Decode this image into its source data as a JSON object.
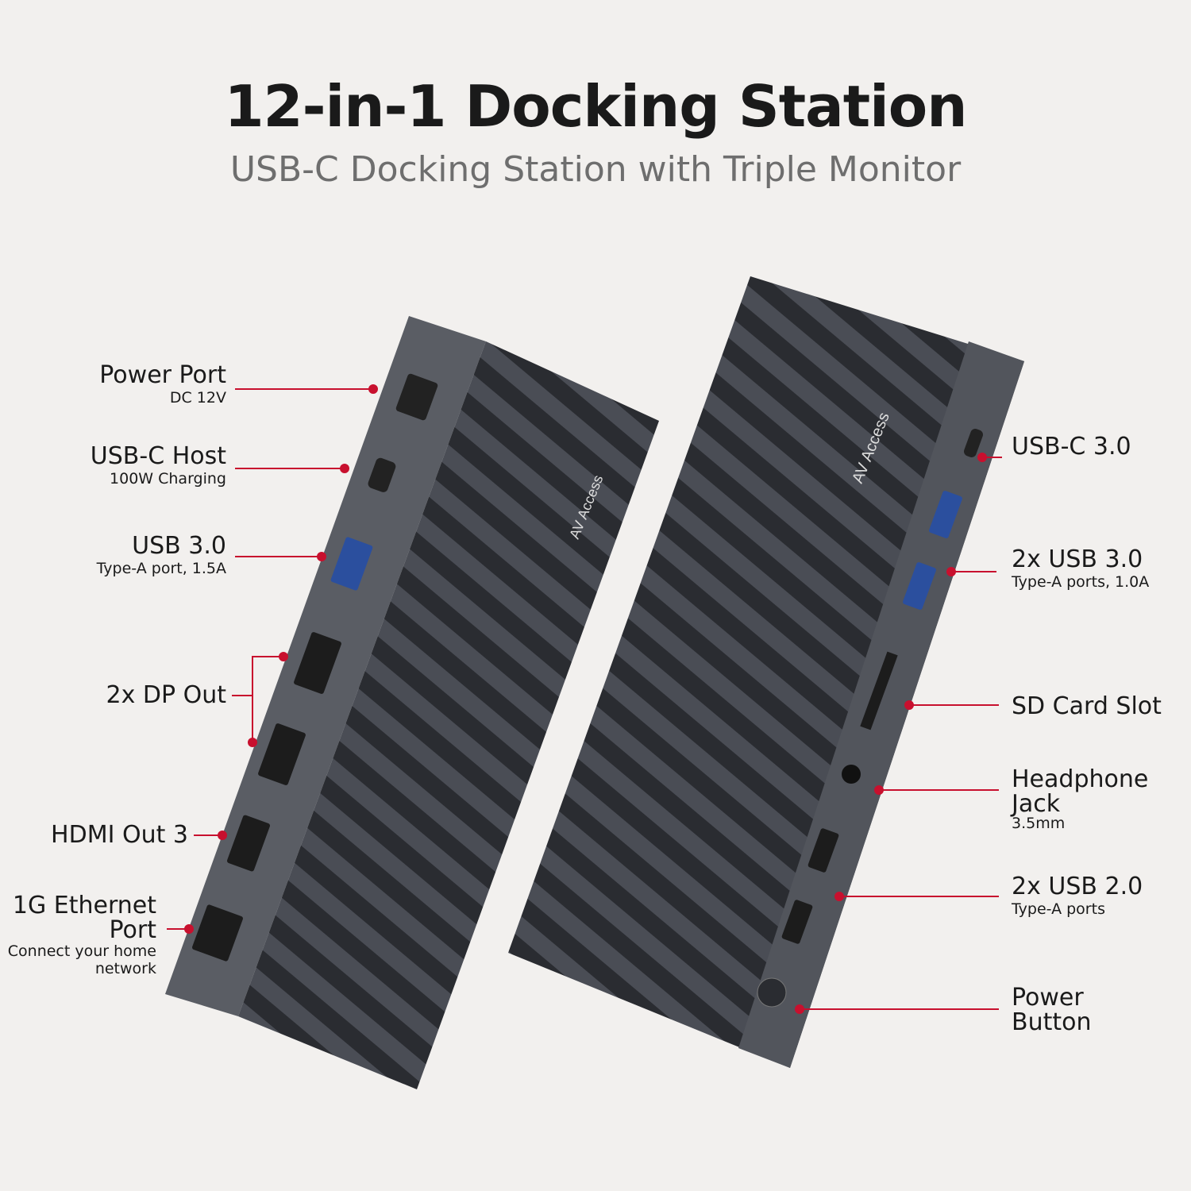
{
  "header": {
    "title": "12-in-1 Docking Station",
    "subtitle": "USB-C Docking Station with Triple Monitor"
  },
  "brand": "AV Access",
  "colors": {
    "background": "#f2f0ee",
    "accent": "#c8102e",
    "device": "#3a3d44"
  },
  "left_labels": [
    {
      "main": "Power Port",
      "sub": "DC 12V"
    },
    {
      "main": "USB-C Host",
      "sub": "100W Charging"
    },
    {
      "main": "USB 3.0",
      "sub": "Type-A port, 1.5A"
    },
    {
      "main": "2x DP Out",
      "sub": ""
    },
    {
      "main": "HDMI Out 3",
      "sub": ""
    },
    {
      "main": "1G Ethernet Port",
      "sub": "Connect your home network"
    }
  ],
  "right_labels": [
    {
      "main": "USB-C 3.0",
      "sub": ""
    },
    {
      "main": "2x USB 3.0",
      "sub": "Type-A ports, 1.0A"
    },
    {
      "main": "SD Card Slot",
      "sub": ""
    },
    {
      "main": "Headphone Jack",
      "sub": "3.5mm"
    },
    {
      "main": "2x USB 2.0",
      "sub": "Type-A ports"
    },
    {
      "main": "Power Button",
      "sub": ""
    }
  ]
}
